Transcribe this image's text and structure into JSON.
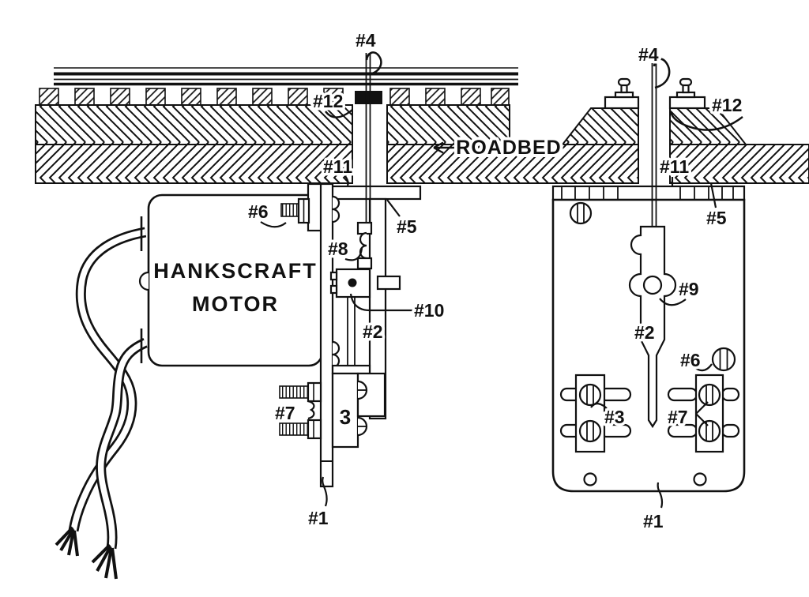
{
  "figure": {
    "environment": {
      "roadbed_label": "ROADBED"
    },
    "motor_label": {
      "line1": "HANKSCRAFT",
      "line2": "MOTOR"
    },
    "side_view_callouts": {
      "part1": "#1",
      "part2": "#2",
      "switch": "3",
      "part4": "#4",
      "part5": "#5",
      "part6": "#6",
      "part7": "#7",
      "part8": "#8",
      "part10": "#10",
      "part11": "#11",
      "part12": "#12"
    },
    "front_view_callouts": {
      "part1": "#1",
      "part2": "#2",
      "part3": "#3",
      "part4": "#4",
      "part5": "#5",
      "part6": "#6",
      "part7": "#7",
      "part9": "#9",
      "part11": "#11",
      "part12": "#12"
    },
    "colors": {
      "ink": "#111111",
      "paper": "#ffffff"
    }
  }
}
